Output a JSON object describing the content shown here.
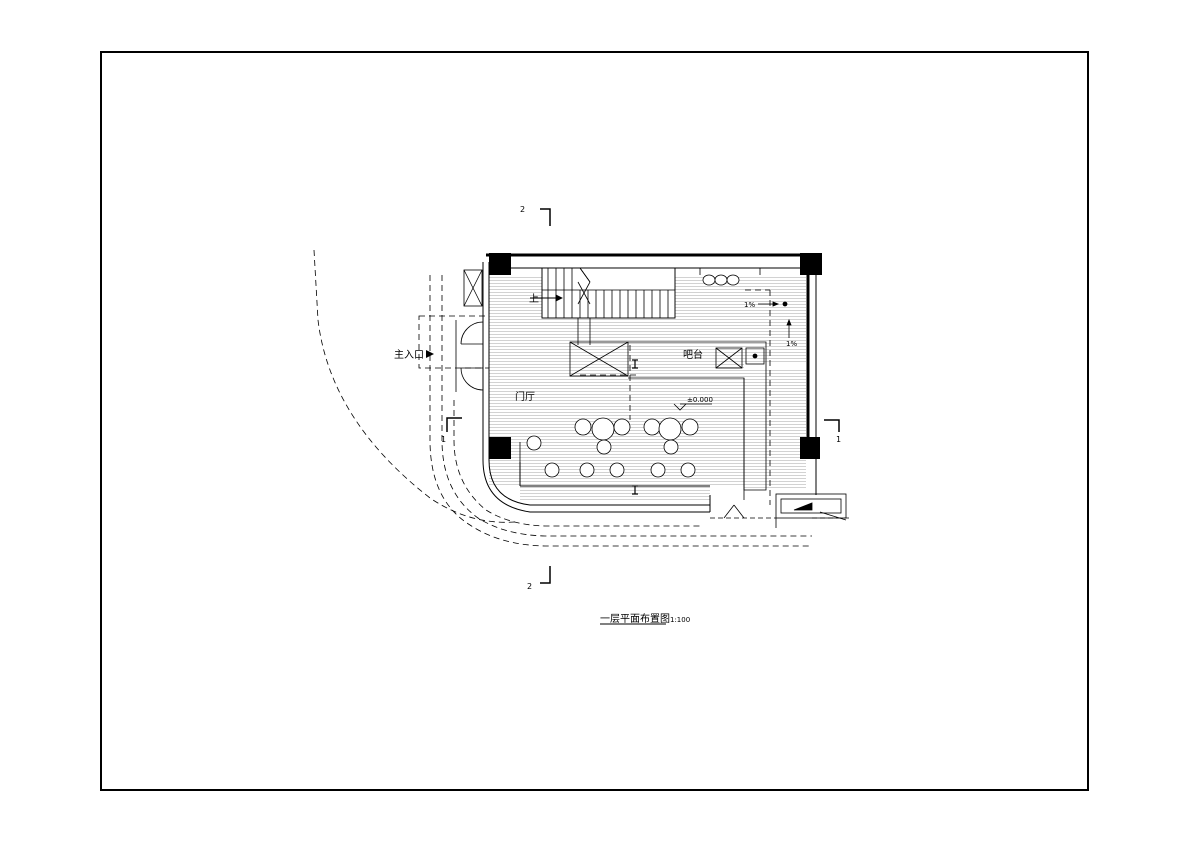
{
  "drawing": {
    "title": "一层平面布置图",
    "scale": "1:100"
  },
  "labels": {
    "main_entrance": "主入口",
    "lobby": "门厅",
    "bar_counter": "吧台",
    "stair_up": "上",
    "elevation": "±0.000",
    "slope_1": "1%",
    "slope_2": "1%"
  },
  "section_marks": {
    "top": "2",
    "bottom": "2",
    "left": "1",
    "right": "1"
  },
  "colors": {
    "line": "#000000",
    "hatch": "#a8a8a8",
    "background": "#ffffff"
  }
}
